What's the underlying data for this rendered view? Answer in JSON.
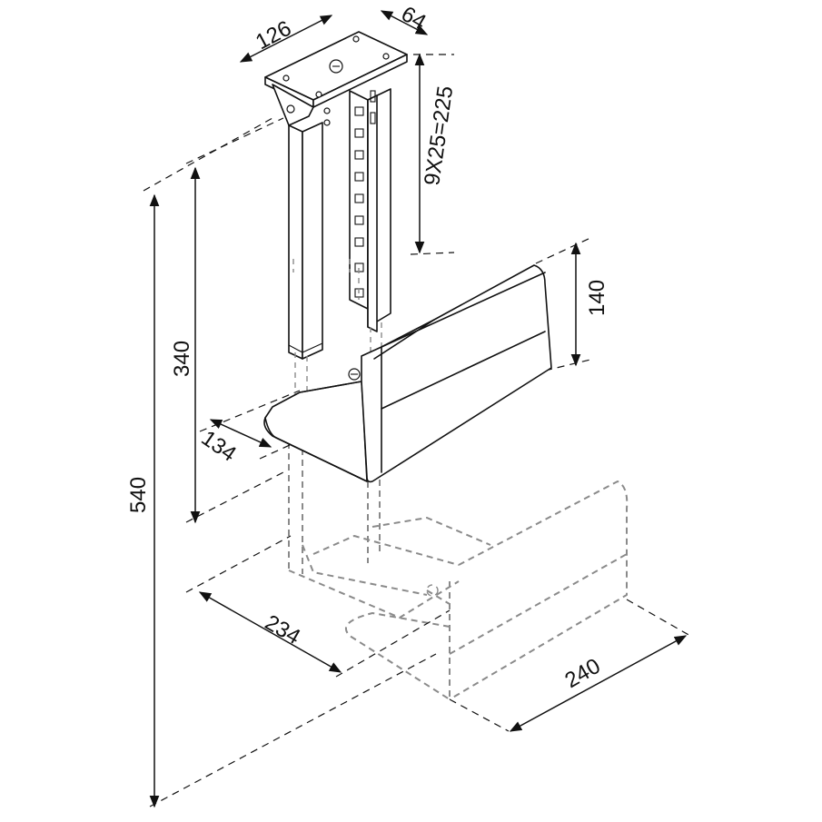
{
  "dimensions": {
    "top_width": "126",
    "top_depth": "64",
    "slot_pitch": "9X25=225",
    "shelf_height": "140",
    "adjust_height": "340",
    "total_height": "540",
    "shelf_depth": "134",
    "extended_depth": "234",
    "extended_width": "240"
  }
}
